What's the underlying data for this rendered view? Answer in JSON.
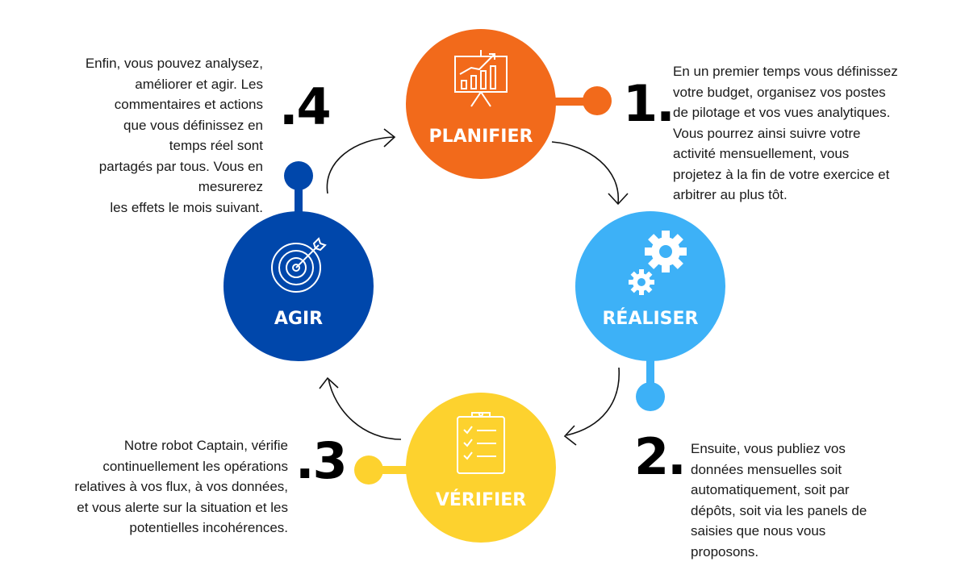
{
  "colors": {
    "planifier": "#F26A1B",
    "realiser": "#3DB1F7",
    "verifier": "#FDD22E",
    "agir": "#0047AB"
  },
  "steps": [
    {
      "label": "PLANIFIER",
      "number": "1.",
      "icon": "presentation-chart-icon",
      "text": "En un premier temps vous définissez\nvotre budget, organisez vos postes\nde pilotage et vos vues analytiques.\nVous pourrez ainsi suivre votre\nactivité  mensuellement, vous\nprojetez à la fin de votre exercice et\narbitrer au plus tôt."
    },
    {
      "label": "RÉALISER",
      "number": "2.",
      "icon": "gears-icon",
      "text": "Ensuite, vous publiez vos\ndonnées mensuelles soit\nautomatiquement, soit par\ndépôts, soit via les panels de\nsaisies que nous vous\nproposons."
    },
    {
      "label": "VÉRIFIER",
      "number": ".3",
      "icon": "checklist-clipboard-icon",
      "text": "Notre robot Captain, vérifie\ncontinuellement les opérations\nrelatives à vos flux, à vos données,\net vous alerte sur la situation et les\npotentielles incohérences."
    },
    {
      "label": "AGIR",
      "number": ".4",
      "icon": "target-arrow-icon",
      "text": "Enfin, vous pouvez analysez,\naméliorer et agir. Les\ncommentaires et actions\nque vous définissez en\ntemps réel sont\npartagés par tous. Vous en\nmesurerez\nles effets le mois suivant."
    }
  ]
}
